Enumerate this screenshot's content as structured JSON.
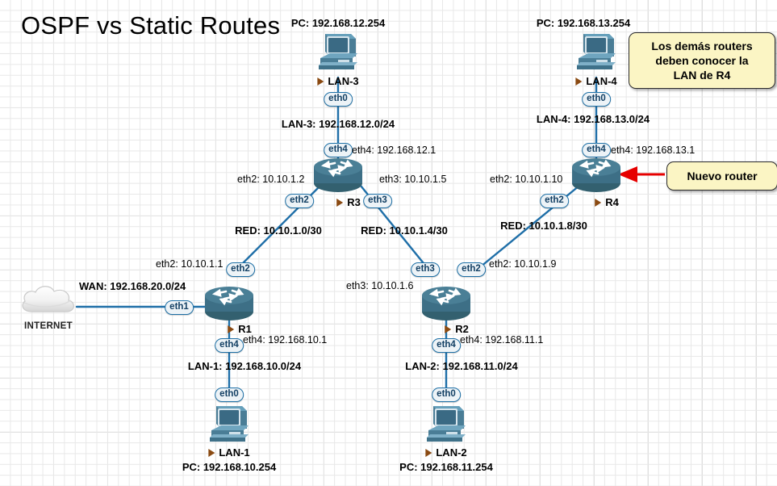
{
  "diagram": {
    "title": "OSPF vs Static Routes",
    "background": "#ffffff",
    "grid_color": "#e8e8e8",
    "link_color": "#1f6fa8",
    "device_color": "#3d6f86",
    "callout_fill": "#fbf5c4",
    "arrow_color": "#e60000"
  },
  "devices": {
    "internet": {
      "label": "INTERNET"
    },
    "r1": {
      "name": "R1"
    },
    "r2": {
      "name": "R2"
    },
    "r3": {
      "name": "R3"
    },
    "r4": {
      "name": "R4"
    },
    "lan1": {
      "name": "LAN-1",
      "pc": "PC: 192.168.10.254"
    },
    "lan2": {
      "name": "LAN-2",
      "pc": "PC: 192.168.11.254"
    },
    "lan3": {
      "name": "LAN-3",
      "pc": "PC: 192.168.12.254"
    },
    "lan4": {
      "name": "LAN-4",
      "pc": "PC: 192.168.13.254"
    }
  },
  "ports": {
    "lan3_eth0": "eth0",
    "lan4_eth0": "eth0",
    "lan1_eth0": "eth0",
    "lan2_eth0": "eth0",
    "r3_eth4": "eth4",
    "r3_eth2": "eth2",
    "r3_eth3": "eth3",
    "r4_eth4": "eth4",
    "r4_eth2": "eth2",
    "r1_eth1": "eth1",
    "r1_eth2": "eth2",
    "r1_eth4": "eth4",
    "r2_eth3": "eth3",
    "r2_eth2": "eth2",
    "r2_eth4": "eth4"
  },
  "networks": {
    "lan3": "LAN-3: 192.168.12.0/24",
    "lan4": "LAN-4: 192.168.13.0/24",
    "lan1": "LAN-1: 192.168.10.0/24",
    "lan2": "LAN-2: 192.168.11.0/24",
    "wan": "WAN: 192.168.20.0/24",
    "red_1": "RED: 10.10.1.0/30",
    "red_2": "RED: 10.10.1.4/30",
    "red_3": "RED: 10.10.1.8/30"
  },
  "interface_ips": {
    "r3_eth4": "eth4: 192.168.12.1",
    "r3_eth2": "eth2: 10.10.1.2",
    "r3_eth3": "eth3: 10.10.1.5",
    "r4_eth4": "eth4: 192.168.13.1",
    "r4_eth2": "eth2: 10.10.1.10",
    "r1_eth2": "eth2: 10.10.1.1",
    "r1_eth4": "eth4: 192.168.10.1",
    "r2_eth3": "eth3: 10.10.1.6",
    "r2_eth2": "eth2: 10.10.1.9",
    "r2_eth4": "eth4: 192.168.11.1"
  },
  "callouts": {
    "note_r4_lan": "Los demás routers\ndeben conocer la\nLAN de R4",
    "note_new_router": "Nuevo router"
  }
}
